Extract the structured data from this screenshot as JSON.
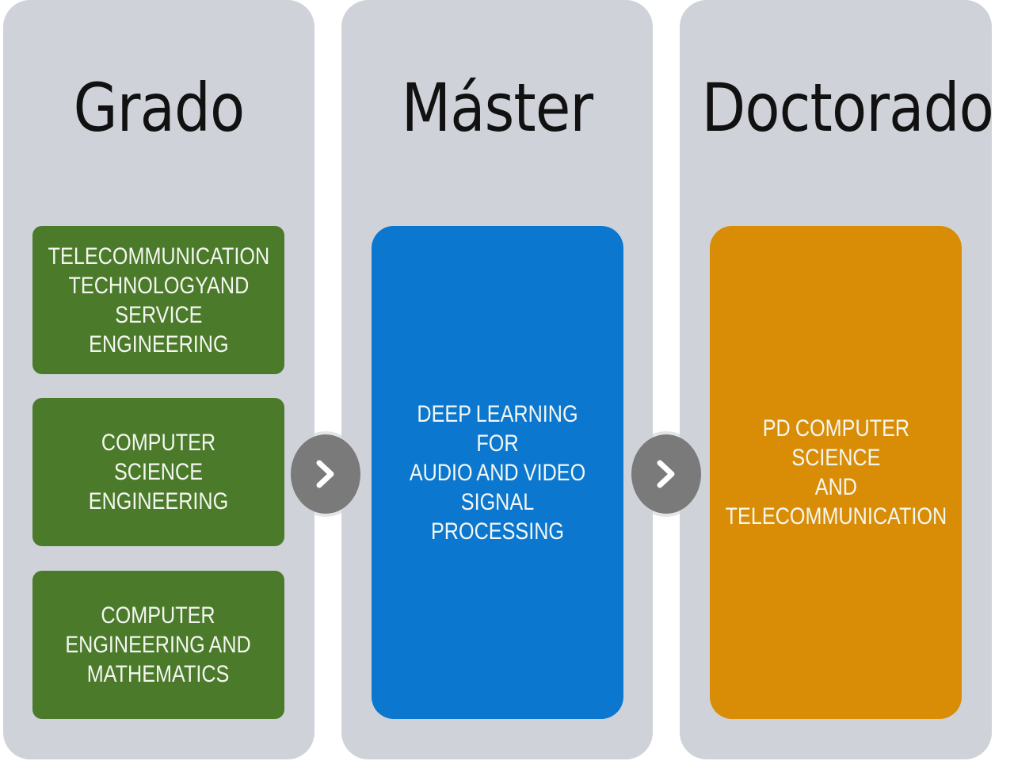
{
  "columns": [
    {
      "title": "Grado",
      "color": "#4b7a2a",
      "programs": [
        "TELECOMMUNICATION\nTECHNOLOGYAND\nSERVICE ENGINEERING",
        "COMPUTER SCIENCE\nENGINEERING",
        "COMPUTER\nENGINEERING AND\nMATHEMATICS"
      ]
    },
    {
      "title": "Máster",
      "color": "#0b77cf",
      "programs": [
        "DEEP LEARNING FOR\nAUDIO AND VIDEO\nSIGNAL PROCESSING"
      ]
    },
    {
      "title": "Doctorado",
      "color": "#d98d06",
      "programs": [
        "PD COMPUTER SCIENCE\nAND\nTELECOMMUNICATION"
      ]
    }
  ],
  "arrows": [
    {
      "icon": "chevron-right-icon",
      "color": "#7a7a7a"
    },
    {
      "icon": "chevron-right-icon",
      "color": "#7a7a7a"
    }
  ],
  "background_color": "#cfd3d9"
}
